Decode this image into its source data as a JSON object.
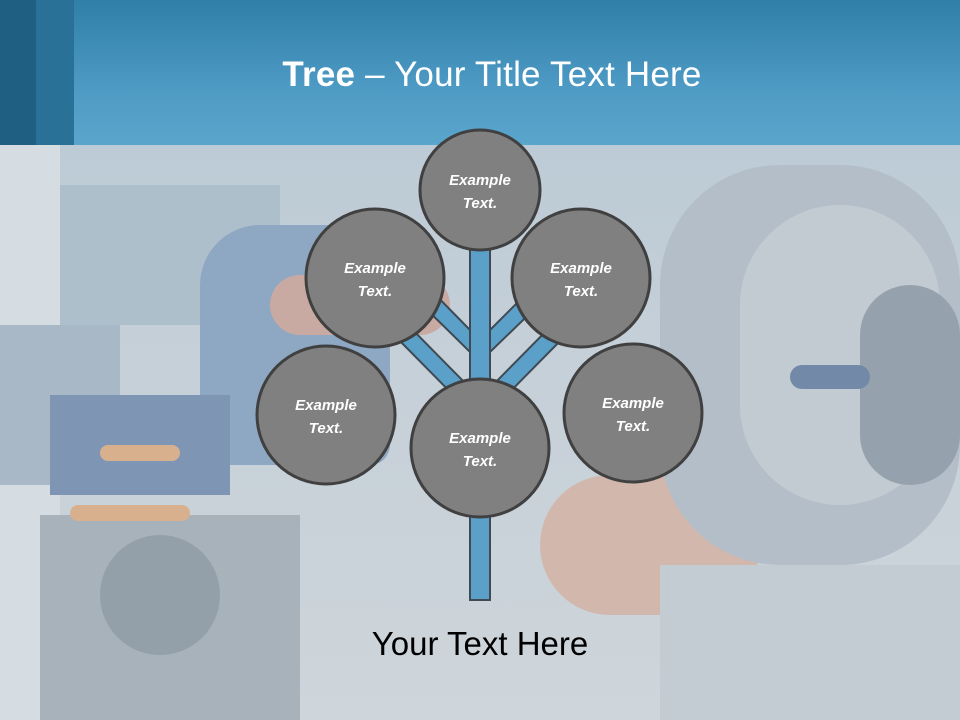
{
  "title": {
    "strong": "Tree",
    "rest": " – Your Title Text Here"
  },
  "nodes": [
    {
      "label": "Example Text."
    },
    {
      "label": "Example Text."
    },
    {
      "label": "Example Text."
    },
    {
      "label": "Example Text."
    },
    {
      "label": "Example Text."
    },
    {
      "label": "Example Text."
    }
  ],
  "caption": "Your Text Here",
  "colors": {
    "header": "#4a97c1",
    "branch_fill": "#5aa0c8",
    "branch_stroke": "#3f4a55",
    "node_fill": "#808080",
    "node_stroke": "#404040",
    "node_text": "#ffffff"
  }
}
